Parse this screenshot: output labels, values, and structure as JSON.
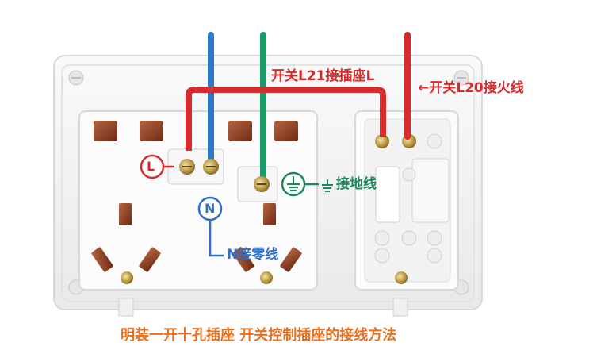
{
  "labels": {
    "switch_l21": "开关L21接插座L",
    "switch_l20": "←开关L20接火线",
    "ground": "接地线",
    "neutral": "N接零线",
    "live_circle": "L",
    "neutral_circle": "N",
    "caption": "明装一开十孔插座 开关控制插座的接线方法"
  },
  "colors": {
    "live_wire": "#d92b2b",
    "neutral_wire": "#2f78c8",
    "ground_wire": "#1a9b6a",
    "caption": "#e8701f",
    "copper": "#8a3b22",
    "panel": "#f3f3f3"
  },
  "icons": {
    "ground_symbol": "ground-icon"
  }
}
